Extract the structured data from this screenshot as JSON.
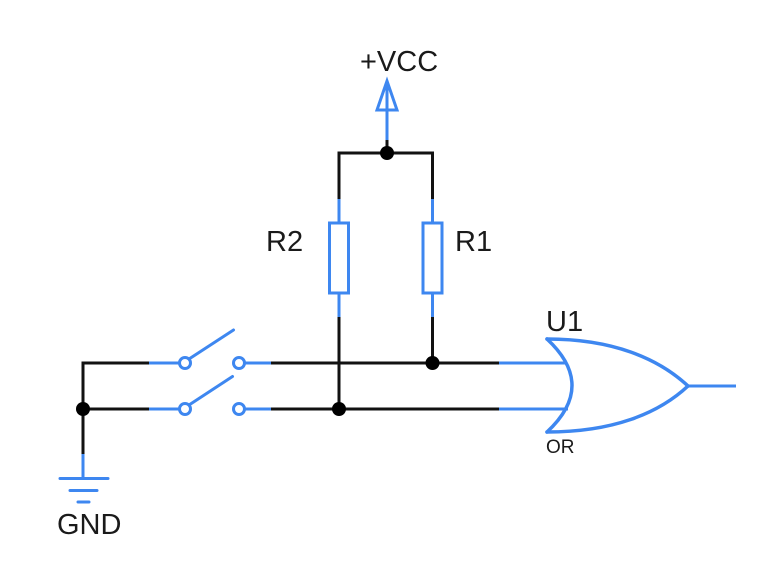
{
  "diagram": {
    "type": "circuit-schematic",
    "description": "Two open SPST switches tied to ground with pull-up resistors to +VCC driving the two inputs of an OR gate",
    "labels": {
      "power": "+VCC",
      "resistor_left": "R2",
      "resistor_right": "R1",
      "gate_designator": "U1",
      "gate_type": "OR",
      "ground": "GND"
    },
    "components": [
      {
        "id": "+VCC",
        "kind": "power-rail-arrow"
      },
      {
        "id": "R2",
        "kind": "resistor"
      },
      {
        "id": "R1",
        "kind": "resistor"
      },
      {
        "id": "switch-top",
        "kind": "spst-switch",
        "state": "open"
      },
      {
        "id": "switch-bottom",
        "kind": "spst-switch",
        "state": "open"
      },
      {
        "id": "U1",
        "kind": "or-gate",
        "inputs": 2,
        "outputs": 1
      },
      {
        "id": "GND",
        "kind": "ground"
      }
    ],
    "colors": {
      "component_stroke": "#3E87F0",
      "wire": "#121212",
      "junction_dot": "#000000",
      "label_text": "#1a1a1a",
      "background": "#ffffff"
    }
  }
}
